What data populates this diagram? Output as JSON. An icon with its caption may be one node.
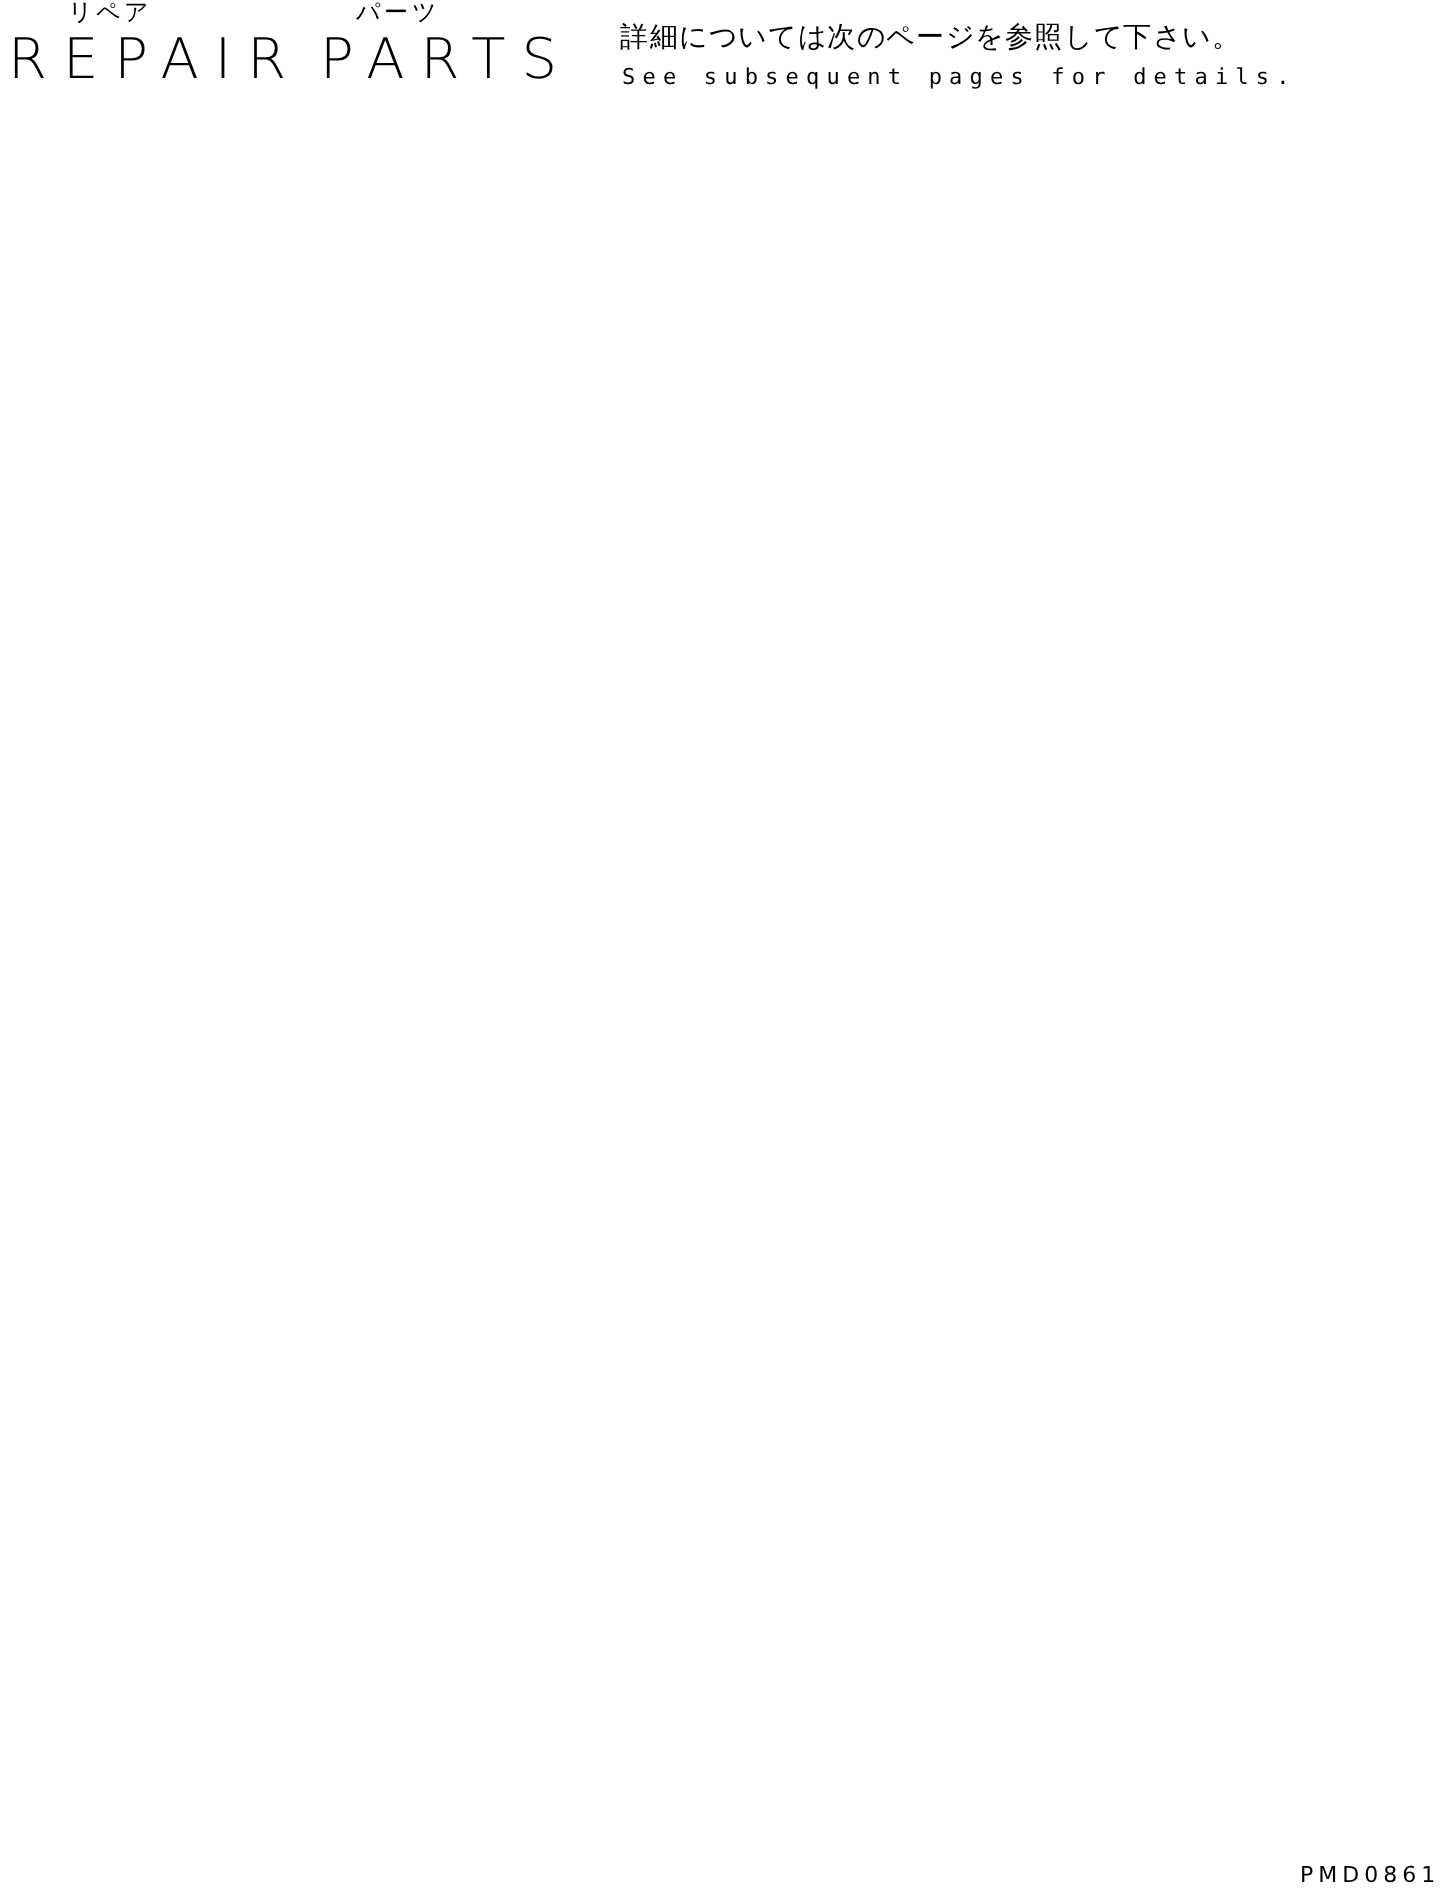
{
  "diagram": {
    "labels": [
      "リペア",
      "パーツ",
      "REPAIR",
      "PARTS",
      "詳細については次のページを参照して下さい。",
      "See subsequent pages for details.",
      "PMD0861"
    ]
  }
}
